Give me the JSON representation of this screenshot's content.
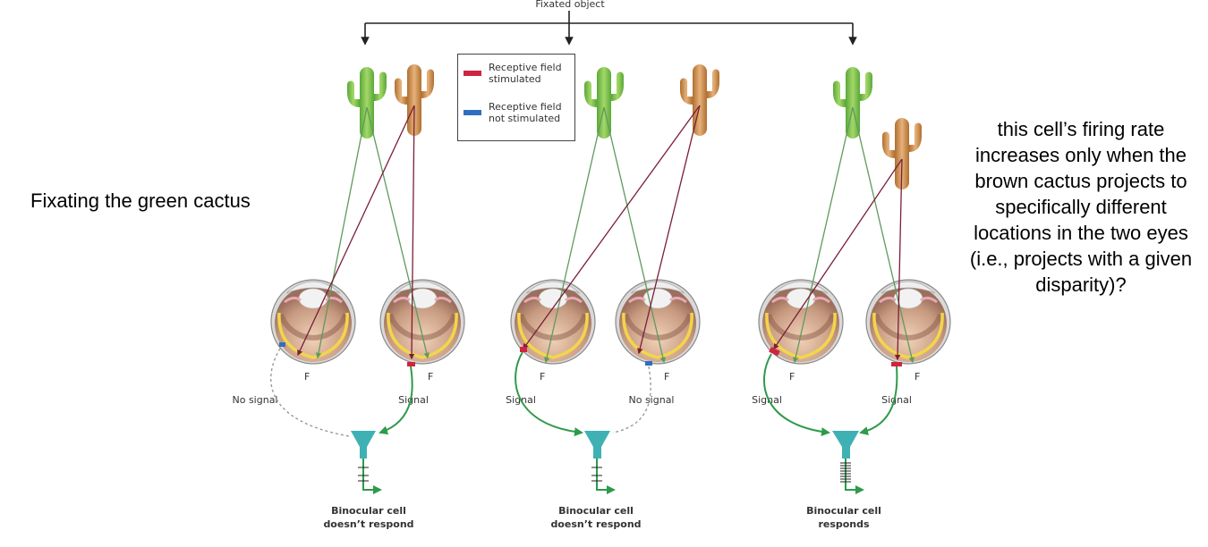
{
  "figure": {
    "top_label": "Fixated object",
    "legend": {
      "stimulated": {
        "label": "Receptive field\nstimulated",
        "color": "#d0243f"
      },
      "not_stimulated": {
        "label": "Receptive field\nnot stimulated",
        "color": "#2f6fbf"
      }
    },
    "fovea_label": "F",
    "panels": [
      {
        "left_eye_signal": "No signal",
        "right_eye_signal": "Signal",
        "cell_caption_line1": "Binocular cell",
        "cell_caption_line2": "doesn’t respond",
        "responds": false
      },
      {
        "left_eye_signal": "Signal",
        "right_eye_signal": "No signal",
        "cell_caption_line1": "Binocular cell",
        "cell_caption_line2": "doesn’t respond",
        "responds": false
      },
      {
        "left_eye_signal": "Signal",
        "right_eye_signal": "Signal",
        "cell_caption_line1": "Binocular cell",
        "cell_caption_line2": "responds",
        "responds": true
      }
    ],
    "colors": {
      "green_cactus": "#7cc04a",
      "brown_cactus": "#c98a45",
      "green_ray": "#5f9a5f",
      "red_ray": "#7a1f3a",
      "signal_line": "#2e9a4a",
      "cell": "#3fb1b5"
    }
  },
  "annotations": {
    "left_caption": "Fixating the green cactus",
    "right_caption": "this cell’s firing rate increases only when the brown cactus projects to specifically different locations in the two eyes (i.e., projects with a given disparity)?"
  }
}
